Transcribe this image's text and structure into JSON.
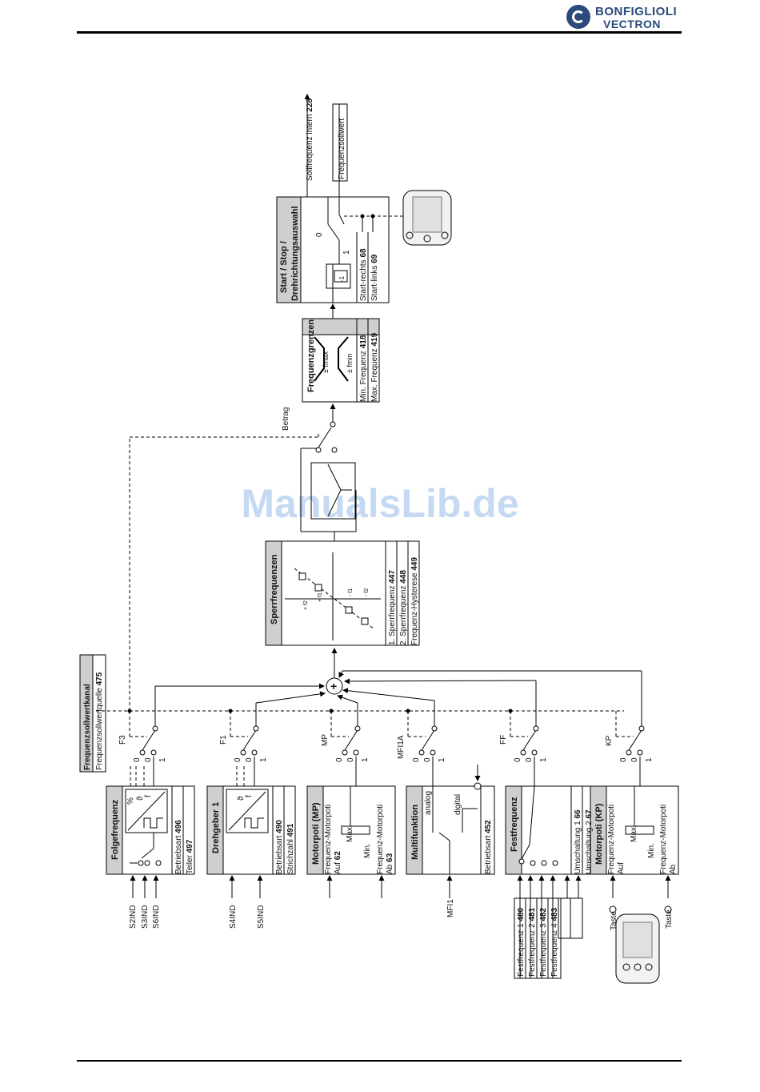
{
  "brand": {
    "line1": "BONFIGLIOLI",
    "line2": "VECTRON"
  },
  "watermark": "ManualsLib.de",
  "blocks": {
    "folgefrequenz": {
      "title": "Folgefrequenz",
      "param1_label": "Betriebsart",
      "param1_num": "496",
      "param2_label": "Teiler",
      "param2_num": "497",
      "inputs": [
        "S2IND",
        "S3IND",
        "S6IND"
      ]
    },
    "drehgeber": {
      "title": "Drehgeber 1",
      "param1_label": "Betriebsart",
      "param1_num": "490",
      "param2_label": "Strichzahl",
      "param2_num": "491",
      "inputs": [
        "S4IND",
        "S5IND"
      ]
    },
    "motorpoti_mp": {
      "title": "Motorpoti (MP)",
      "up_l1": "Frequenz-Motorpoti",
      "up_l2": "Auf",
      "up_num": "62",
      "down_l1": "Frequenz-Motorpoti",
      "down_l2": "Ab",
      "down_num": "63",
      "max": "Max.",
      "min": "Min."
    },
    "multifunktion": {
      "title": "Multifunktion",
      "analog": "analog",
      "digital": "digital",
      "param_label": "Betriebsart",
      "param_num": "452",
      "input": "MFI1"
    },
    "festfrequenz": {
      "title": "Festfrequenz",
      "umschaltung1": "Umschaltung 1",
      "umschaltung1_num": "66",
      "umschaltung2": "Umschaltung 2",
      "umschaltung2_num": "67",
      "params": [
        {
          "label": "Festfrequenz 1",
          "num": "480"
        },
        {
          "label": "Festfrequenz 2",
          "num": "481"
        },
        {
          "label": "Festfrequenz 3",
          "num": "482"
        },
        {
          "label": "Festfrequenz 4",
          "num": "483"
        }
      ]
    },
    "motorpoti_kp": {
      "title": "Motorpoti (KP)",
      "up_l1": "Frequenz-Motorpoti",
      "up_l2": "Auf",
      "down_l1": "Frequenz-Motorpoti",
      "down_l2": "Ab",
      "max": "Max.",
      "min": "Min.",
      "taste": "Taste"
    },
    "sperrfrequenzen": {
      "title": "Sperrfrequenzen",
      "params": [
        {
          "label": "1. Sperrfrequenz",
          "num": "447"
        },
        {
          "label": "2. Sperrfrequenz",
          "num": "448"
        },
        {
          "label": "Frequenz-Hysterese",
          "num": "449"
        }
      ],
      "plus_f1": "+ f1",
      "plus_f2": "+ f2",
      "minus_f1": "- f1",
      "minus_f2": "- f2"
    },
    "frequenzgrenzen": {
      "title": "Frequenzgrenzen",
      "fmax": "± fmax",
      "fmin": "± fmin",
      "params": [
        {
          "label": "Min. Frequenz",
          "num": "418"
        },
        {
          "label": "Max. Frequenz",
          "num": "419"
        }
      ]
    },
    "startstop": {
      "title_l1": "Start / Stop /",
      "title_l2": "Drehrichtungsauswahl",
      "minus1": "-1",
      "zero": "0",
      "one": "1",
      "params": [
        {
          "label": "Start-rechts",
          "num": "68"
        },
        {
          "label": "Start-links",
          "num": "69"
        }
      ]
    }
  },
  "kanal": {
    "title": "Frequenzsollwertkanal",
    "sub_label": "Frequenzsollwertquelle",
    "sub_num": "475"
  },
  "switches": {
    "labels": [
      "F3",
      "F1",
      "MP",
      "MFI1A",
      "FF",
      "KP"
    ],
    "zero": "0",
    "one": "1"
  },
  "betrag": "Betrag",
  "outputs": {
    "soll_label": "Sollfrequenz intern",
    "soll_num": "228",
    "frequenzsollwert": "Frequenzsollwert"
  },
  "misc": {
    "percent": "%",
    "theta": "ϑ",
    "f": "f",
    "sum": "+"
  }
}
